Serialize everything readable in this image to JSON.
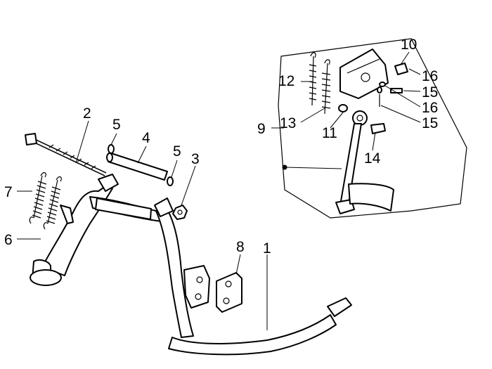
{
  "callouts": {
    "c1": "1",
    "c2": "2",
    "c3": "3",
    "c4": "4",
    "c5a": "5",
    "c5b": "5",
    "c6": "6",
    "c7": "7",
    "c8": "8",
    "c9": "9",
    "c10": "10",
    "c11": "11",
    "c12": "12",
    "c13": "13",
    "c14": "14",
    "c15a": "15",
    "c15b": "15",
    "c16a": "16",
    "c16b": "16"
  }
}
